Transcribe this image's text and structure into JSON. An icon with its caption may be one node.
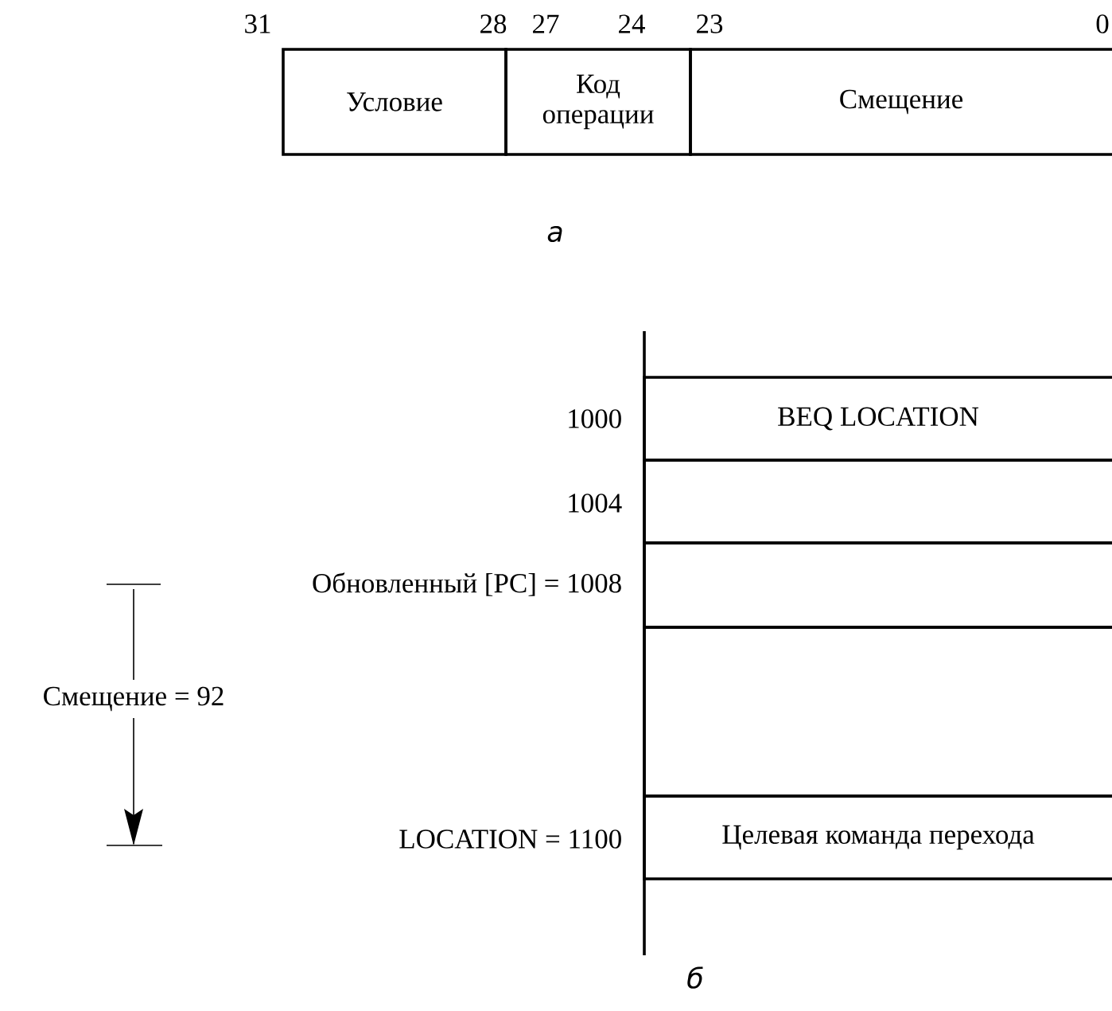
{
  "diagram": {
    "nodes": [
      {
        "text": [
          "Условие"
        ]
      },
      {
        "text": [
          "Код операции"
        ]
      },
      {
        "text": [
          "Смещение"
        ]
      },
      {
        "text": [
          "BEQ LOCATION"
        ]
      },
      {
        "text": [],
        "shape": "box"
      },
      {
        "text": [],
        "shape": "box"
      },
      {
        "text": [],
        "shape": "box"
      },
      {
        "text": [
          "Целевая команда перехода"
        ]
      }
    ],
    "edges": [],
    "labels": [
      "31",
      "28",
      "27",
      "24",
      "23",
      "0",
      "а",
      "1000",
      "1004",
      "Обновленный [PC] = 1008",
      "Смещение = 92",
      "LOCATION = 1100",
      "б"
    ]
  }
}
